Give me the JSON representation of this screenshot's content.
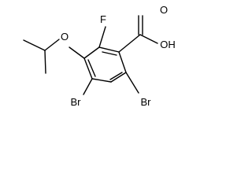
{
  "molecule": {
    "atoms": {
      "fluorine": "F",
      "ether_oxygen": "O",
      "carbonyl_oxygen": "O",
      "hydroxyl": "OH",
      "bromine_left": "Br",
      "bromine_right": "Br"
    },
    "colors": {
      "bond": "#000000",
      "label": "#000000",
      "background": "#ffffff"
    }
  }
}
